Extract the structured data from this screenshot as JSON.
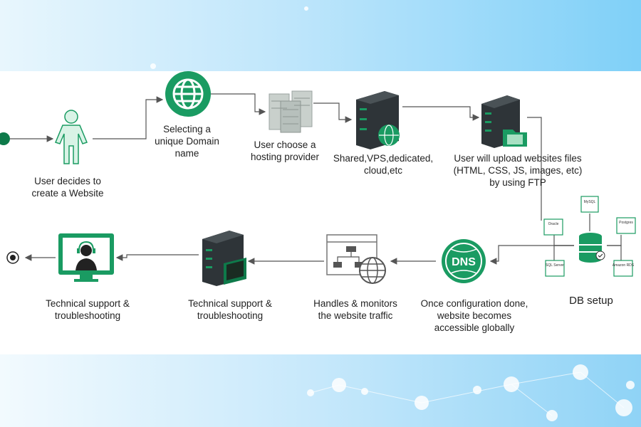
{
  "steps": {
    "user_decides": "User decides to\ncreate a Website",
    "domain": "Selecting a\nunique Domain\nname",
    "hosting": "User choose a\nhosting provider",
    "plans": "Shared,VPS,dedicated,\ncloud,etc",
    "upload": "User will upload websites files\n(HTML, CSS, JS, images, etc)\nby using FTP",
    "db_setup": "DB setup",
    "dns": "Once configuration done,\nwebsite becomes\naccessible globally",
    "monitor": "Handles & monitors\nthe website traffic",
    "support_server": "Technical support &\ntroubleshooting",
    "support_final": "Technical support &\ntroubleshooting"
  },
  "db_icons": {
    "oracle": "Oracle",
    "mysql": "MySQL",
    "postgres": "Postgres",
    "sqlserver": "SQL Server",
    "dynamo": "Amazon RDS"
  },
  "icon_text": {
    "dns": "DNS"
  },
  "colors": {
    "accent": "#1a9b62",
    "accent_dark": "#0e7a4a",
    "server": "#2e3438",
    "arrow": "#555555",
    "person": "#d9f3e6"
  }
}
